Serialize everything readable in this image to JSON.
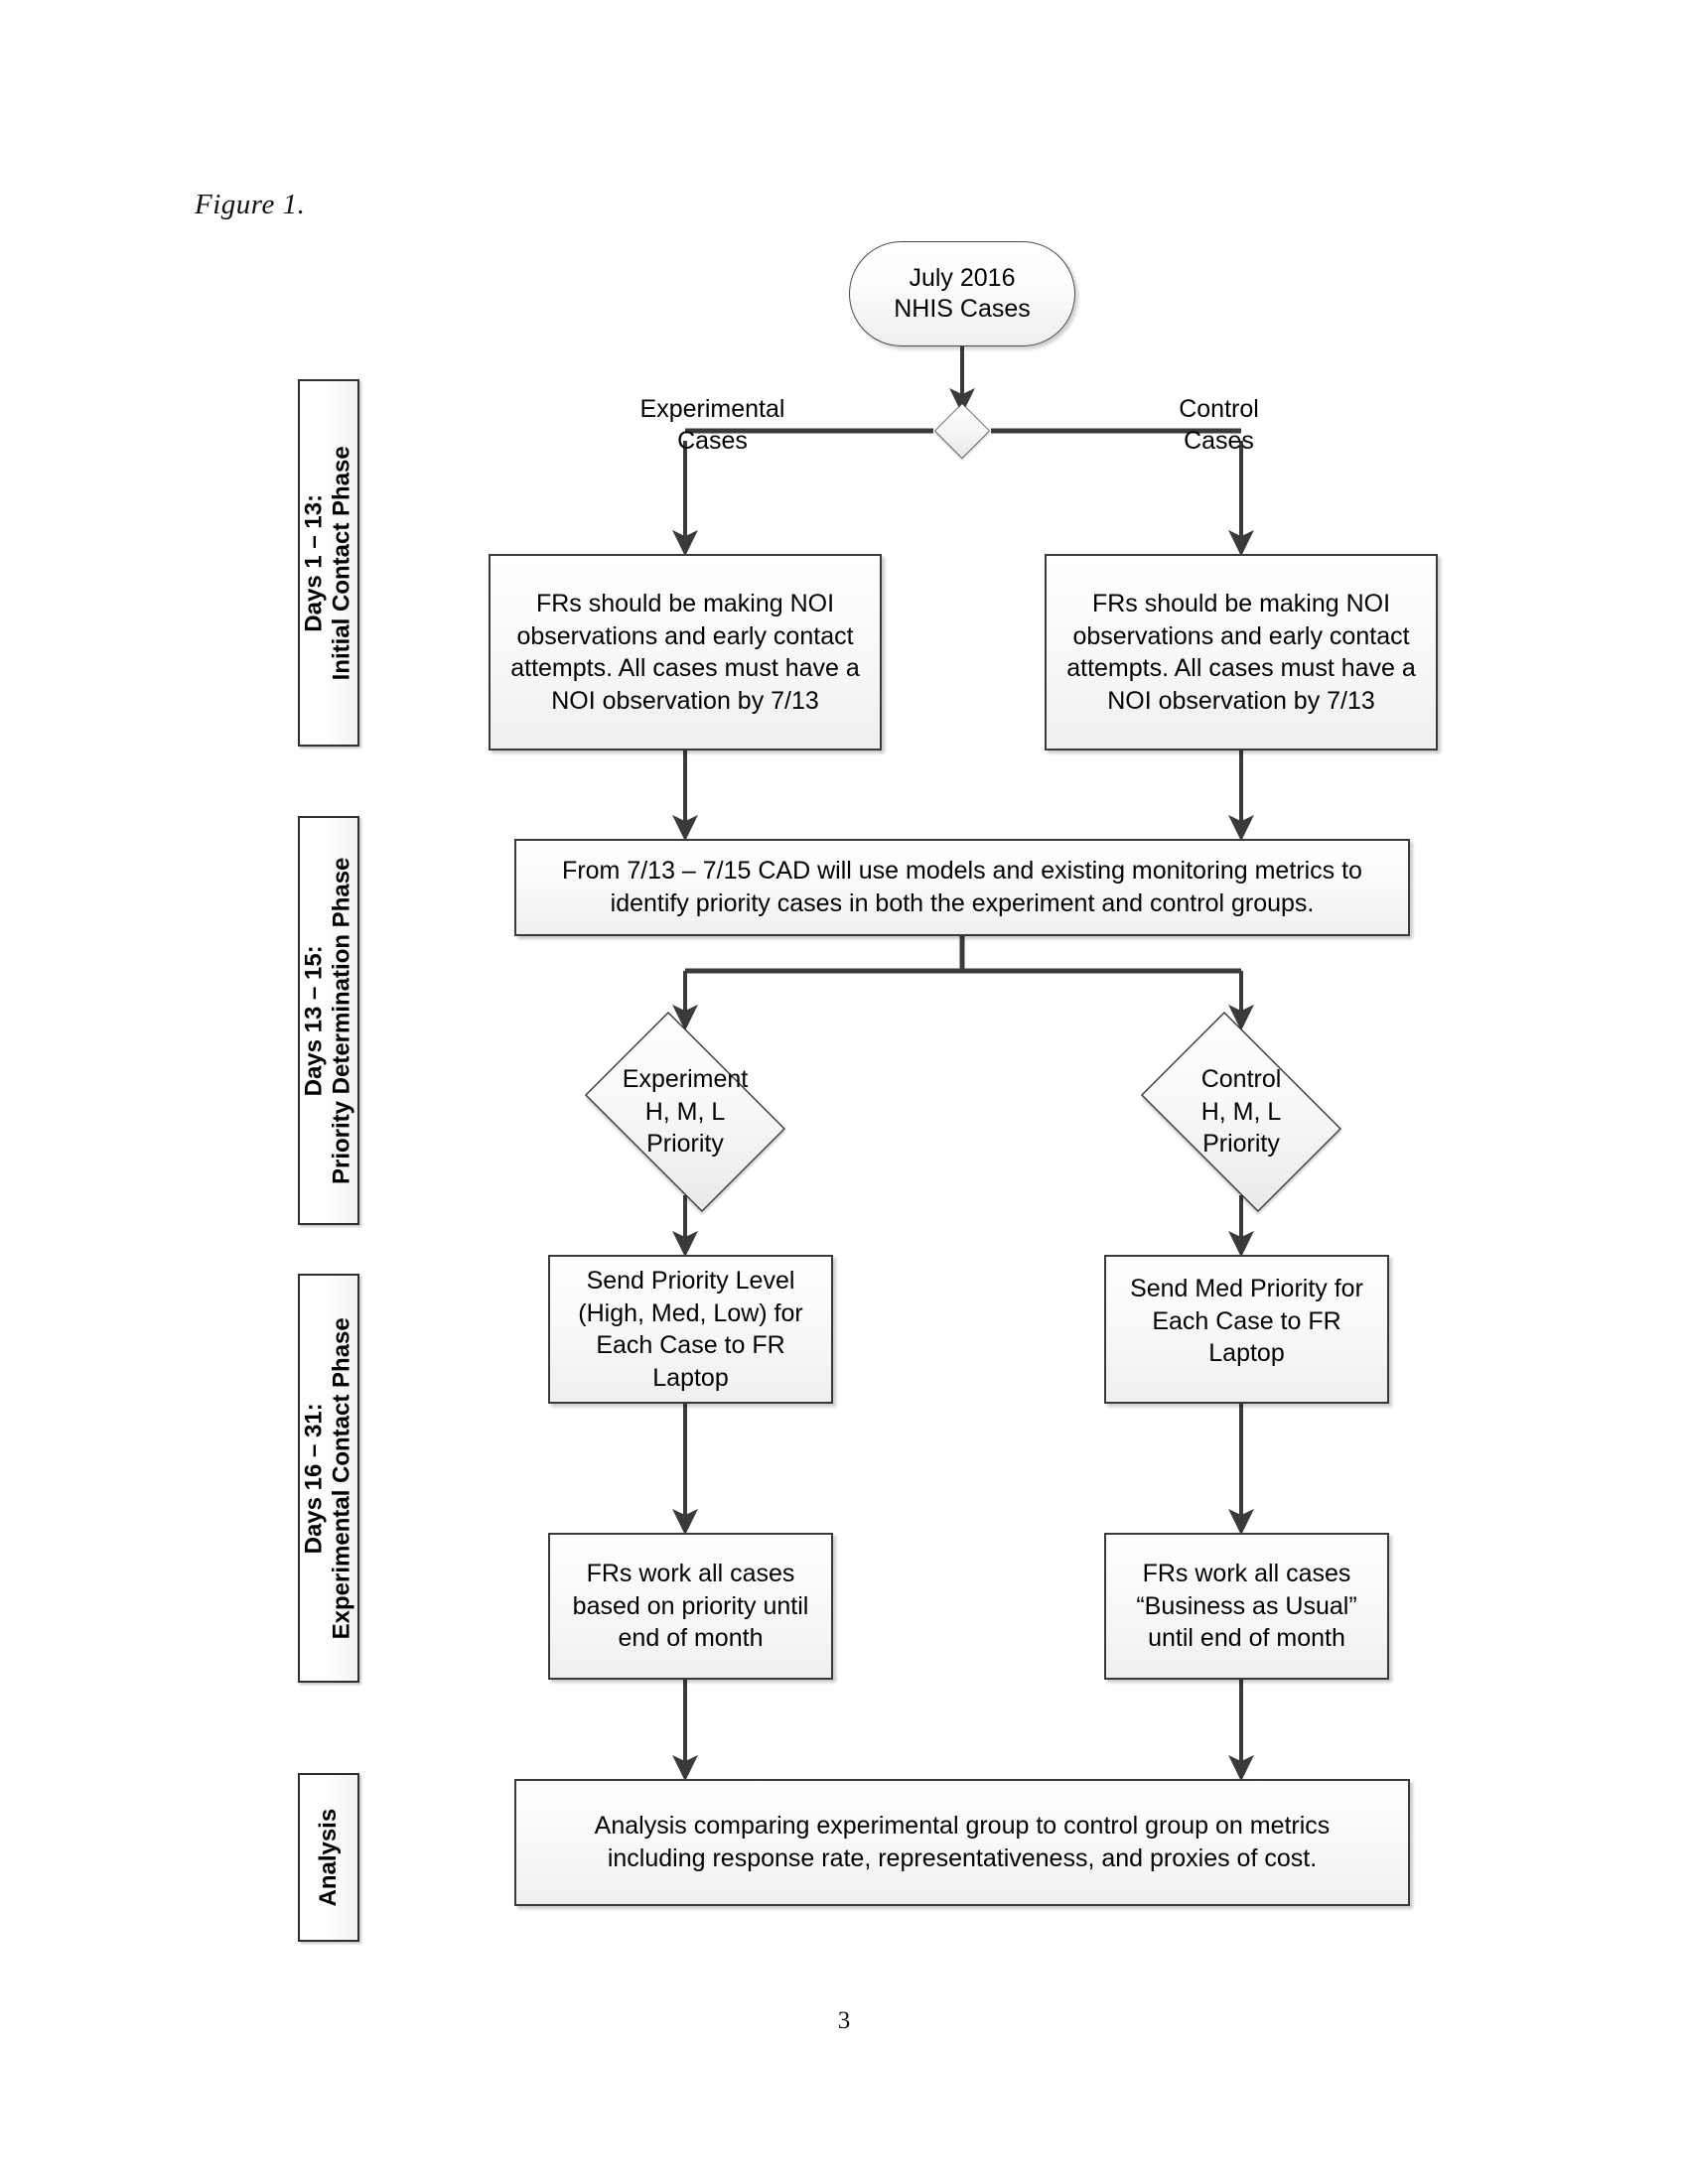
{
  "figure": {
    "caption": "Figure 1.",
    "page_number": "3"
  },
  "phases": [
    {
      "id": "initial-contact",
      "line1": "Days 1 – 13:",
      "line2": "Initial Contact Phase"
    },
    {
      "id": "priority-determination",
      "line1": "Days 13 – 15:",
      "line2": "Priority Determination Phase"
    },
    {
      "id": "experimental-contact",
      "line1": "Days 16 – 31:",
      "line2": "Experimental Contact Phase"
    },
    {
      "id": "analysis",
      "line1": "Analysis",
      "line2": ""
    }
  ],
  "nodes": {
    "start": "July 2016\nNHIS Cases",
    "branch_left_label": "Experimental\nCases",
    "branch_right_label": "Control\nCases",
    "exp_noi": "FRs should be making NOI observations and early contact attempts.\nAll cases must have a NOI observation by 7/13",
    "ctrl_noi": "FRs should be making NOI observations and early contact attempts.\nAll cases must have a NOI observation by 7/13",
    "cad": "From 7/13 – 7/15 CAD will use models and existing monitoring metrics to identify priority cases in both the experiment and control groups.",
    "exp_priority_diamond": "Experiment\nH, M, L\nPriority",
    "ctrl_priority_diamond": "Control\nH, M, L\nPriority",
    "exp_send": "Send Priority Level (High, Med, Low) for Each Case to FR Laptop",
    "ctrl_send": "Send Med Priority for Each Case to FR Laptop",
    "exp_work": "FRs work all cases based on priority until end of month",
    "ctrl_work": "FRs work all cases “Business as Usual” until end of month",
    "analysis": "Analysis comparing experimental group to control group on metrics including response rate, representativeness, and proxies of cost."
  },
  "style": {
    "line_color": "#3a3a3a",
    "shape_border": "#3a3a3a",
    "shape_fill_top": "#ffffff",
    "shape_fill_bottom": "#eeeeee",
    "text_color": "#000000"
  }
}
